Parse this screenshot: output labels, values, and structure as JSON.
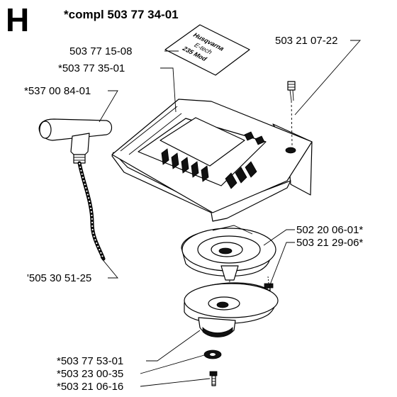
{
  "section_letter": "H",
  "assembly_title": "*compl 503 77 34-01",
  "decal_text": {
    "brand": "Husqvarna",
    "line1": "E-tech",
    "line2": "235 Mod"
  },
  "parts": [
    {
      "id": "decal",
      "number": "503 77 15-08"
    },
    {
      "id": "housing",
      "number": "*503 77 35-01"
    },
    {
      "id": "housing-screw",
      "number": "503 21 07-22"
    },
    {
      "id": "handle",
      "number": "*537 00 84-01"
    },
    {
      "id": "starter-rope",
      "number": "'505 30 51-25"
    },
    {
      "id": "spring-cassette",
      "number": "502 20 06-01*"
    },
    {
      "id": "cassette-screw",
      "number": "503 21 29-06*"
    },
    {
      "id": "rope-pulley",
      "number": "*503 77 53-01"
    },
    {
      "id": "washer",
      "number": "*503 23 00-35"
    },
    {
      "id": "center-screw",
      "number": "*503 21 06-16"
    }
  ]
}
